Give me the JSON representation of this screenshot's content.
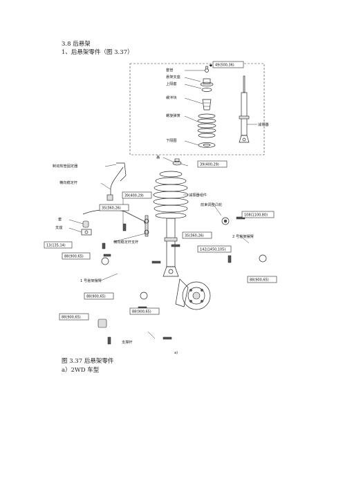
{
  "doc": {
    "section": "3.8  后悬架",
    "subsection": "1、后悬架零件（图 3.37）",
    "caption": "图 3.37  后悬架零件",
    "subcaption": "a）2WD 车型"
  },
  "figure": {
    "sub_label": "a)",
    "labels": {
      "jacket": "套管",
      "support": "悬架支座",
      "upper_insulator": "上隔套",
      "bumper": "缓冲块",
      "coil_spring": "螺旋弹簧",
      "lower_insulator": "下隔圈",
      "shock_absorber": "减振器",
      "cap": "盖",
      "brake_line_bracket": "制动软管固定器",
      "stabilizer_bar": "横向稳定杆",
      "bushing": "套",
      "bracket": "支座",
      "absorber_assembly": "减振器组件",
      "toe_cam": "前束调整凸轮",
      "no2_arm": "2 号悬架摆臂",
      "stabilizer_link": "横向稳定杆支杆",
      "no1_arm": "1 号悬架摆臂",
      "strut_rod": "支撑杆"
    },
    "torques": {
      "t1": "49(500,36)",
      "t2": "39(400,29)",
      "t3": "39(400,29)",
      "t4": "35(360,26)",
      "t5": "108(1100,80)",
      "t6": "35(360,26)",
      "t7": "142(1450,105)",
      "t8": "13(135,14)",
      "t9": "88(900,65)",
      "t10": "88(900,65)",
      "t11": "88(900,65)",
      "t12": "88(900,65)",
      "t13": "88(900,65)"
    }
  }
}
